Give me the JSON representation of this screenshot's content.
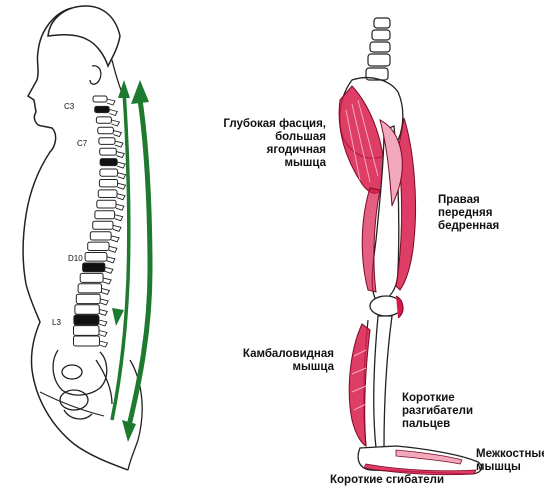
{
  "vertebra_labels": {
    "c3": "C3",
    "c7": "C7",
    "d10": "D10",
    "l3": "L3"
  },
  "muscle_labels": {
    "gluteus": "Глубокая фасция,\nбольшая ягодичная\nмышца",
    "quadriceps": "Правая\nпередняя\nбедренная",
    "soleus": "Камбаловидная\nмышца",
    "toe_extensors": "Короткие\nразгибатели\nпальцев",
    "interossei": "Межкостные\nмышцы",
    "toe_flexors": "Короткие сгибатели"
  },
  "colors": {
    "arrow": "#1e7a2e",
    "muscle": "#d81b4a",
    "muscle_light": "#f2a9bd",
    "outline": "#222222",
    "vertebra_dark": "#111111"
  },
  "icons": [
    "upward-arrow-icon",
    "downward-arrow-icon"
  ]
}
